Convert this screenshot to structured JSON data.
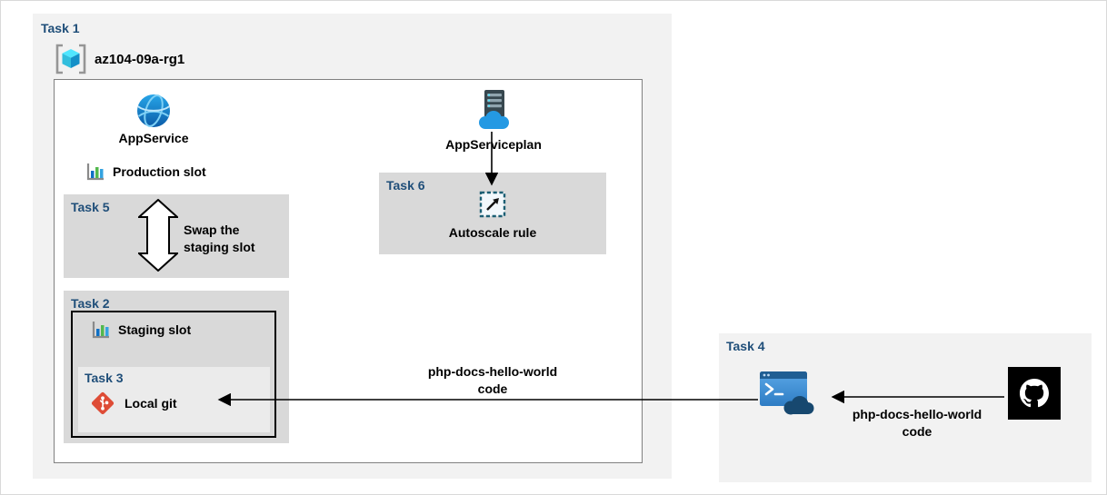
{
  "task1": {
    "label": "Task 1",
    "resource_group": {
      "name": "az104-09a-rg1"
    },
    "app_service": "AppService",
    "app_service_plan": "AppServiceplan",
    "production_slot": "Production slot",
    "task5": {
      "label": "Task 5",
      "line1": "Swap the",
      "line2": "staging slot"
    },
    "task2": {
      "label": "Task 2",
      "staging_slot": "Staging slot"
    },
    "task3": {
      "label": "Task 3",
      "local_git": "Local git"
    },
    "task6": {
      "label": "Task 6",
      "autoscale_rule": "Autoscale rule"
    },
    "code_note": {
      "line1": "php-docs-hello-world",
      "line2": "code"
    }
  },
  "task4": {
    "label": "Task 4",
    "code_note": {
      "line1": "php-docs-hello-world",
      "line2": "code"
    }
  },
  "icons": {
    "resource_group": "resource-group-brackets-cube-icon",
    "app_service": "app-service-globe-icon",
    "app_service_plan": "server-with-cloud-icon",
    "production_slot": "deployment-slot-chart-icon",
    "staging_slot": "deployment-slot-chart-icon",
    "swap": "vertical-double-arrow-icon",
    "local_git": "git-diamond-icon",
    "autoscale": "autoscale-dashed-square-arrow-icon",
    "cloud_shell": "terminal-window-cloud-icon",
    "github": "github-octocat-icon"
  },
  "colors": {
    "task_label_blue": "#1f4e79",
    "panel_gray": "#f2f2f2",
    "box_gray": "#d9d9d9",
    "task3_gray": "#ebebeb",
    "azure_blue": "#2499e3",
    "git_red": "#de4c36",
    "github_black": "#000000"
  }
}
